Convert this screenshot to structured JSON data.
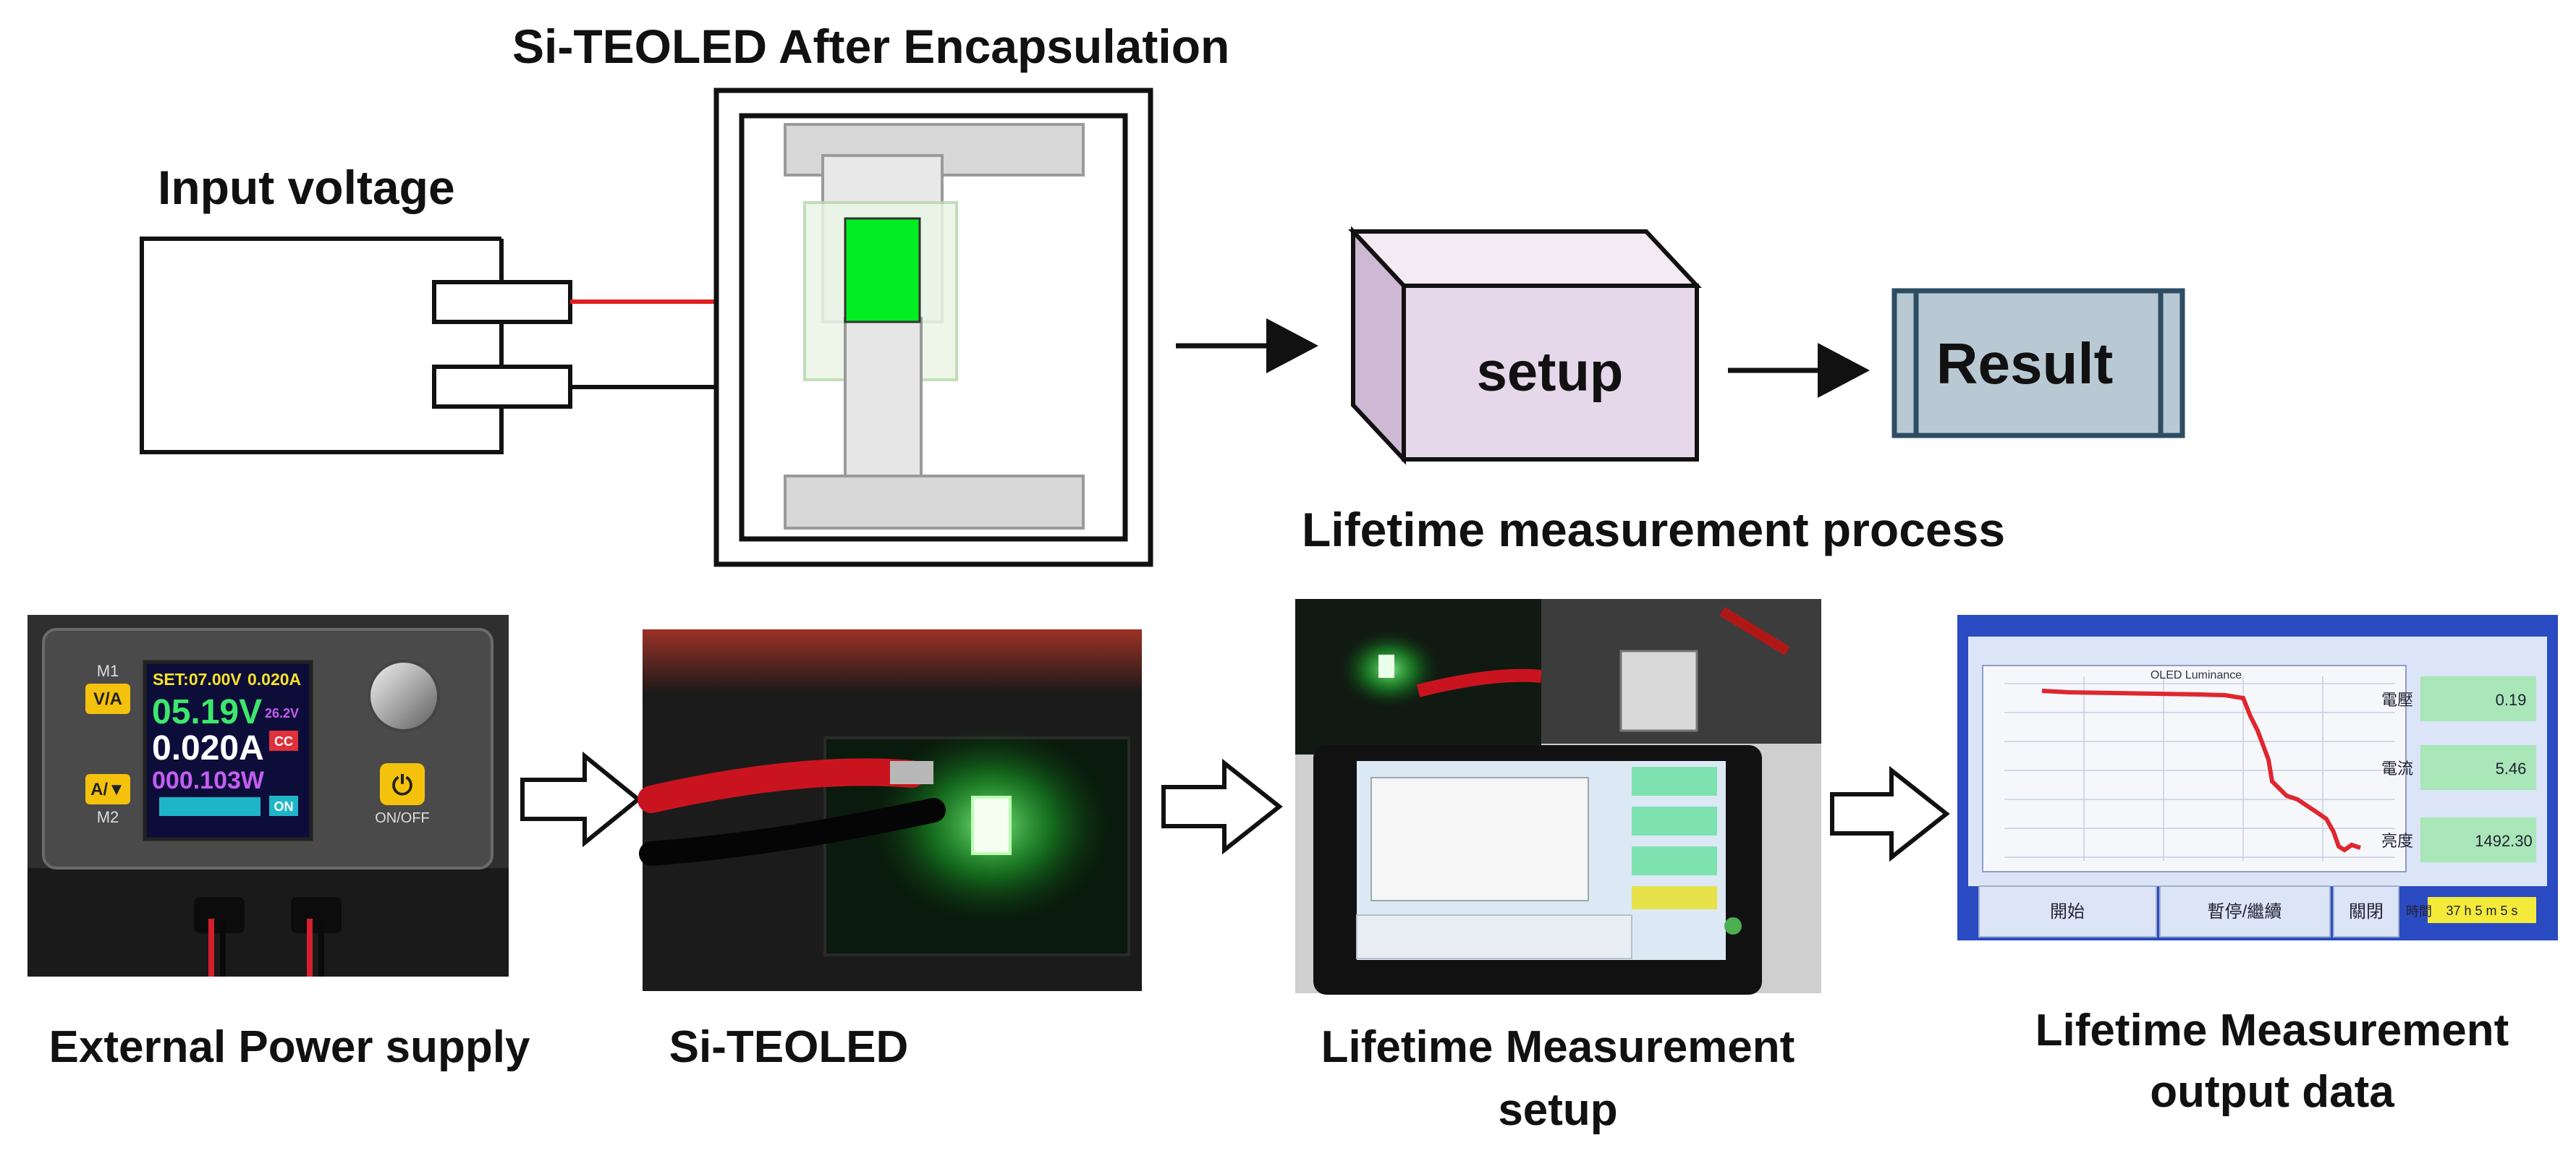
{
  "top": {
    "encapsulation_title": "Si-TEOLED  After Encapsulation",
    "input_voltage_label": "Input voltage",
    "setup_label": "setup",
    "result_label": "Result",
    "process_caption": "Lifetime measurement process"
  },
  "bottom": {
    "captions": {
      "power_supply": "External Power supply",
      "teoled": "Si-TEOLED",
      "setup_line1": "Lifetime Measurement",
      "setup_line2": "setup",
      "output_line1": "Lifetime Measurement",
      "output_line2": "output data"
    },
    "power_supply_display": {
      "set_readout": "SET:07.00V",
      "set_current": "0.020A",
      "voltage": "05.19V",
      "current": "0.020A",
      "power": "000.103W",
      "temp": "26.2V",
      "mode_cc": "CC",
      "mode_on": "ON",
      "m1": "M1",
      "m2": "M2",
      "onoff": "ON/OFF",
      "va_button": "V/A",
      "a_button": "A/▼"
    },
    "output_screen": {
      "chart_title": "OLED Luminance",
      "voltage_label": "電壓",
      "voltage_value": "0.19",
      "current_label": "電流",
      "current_value": "5.46",
      "luminance_label": "亮度",
      "luminance_value": "1492.30",
      "time_label": "時間",
      "time_value": "37 h 5 m 5 s",
      "btn_start": "開始",
      "btn_pause": "暫停/繼續",
      "btn_close": "關閉"
    }
  },
  "colors": {
    "led_green": "#00ee22",
    "wire_red": "#e02020",
    "setup_fill": "#e8dcec",
    "result_fill": "#b9c9d4",
    "result_border": "#2d4d63"
  }
}
